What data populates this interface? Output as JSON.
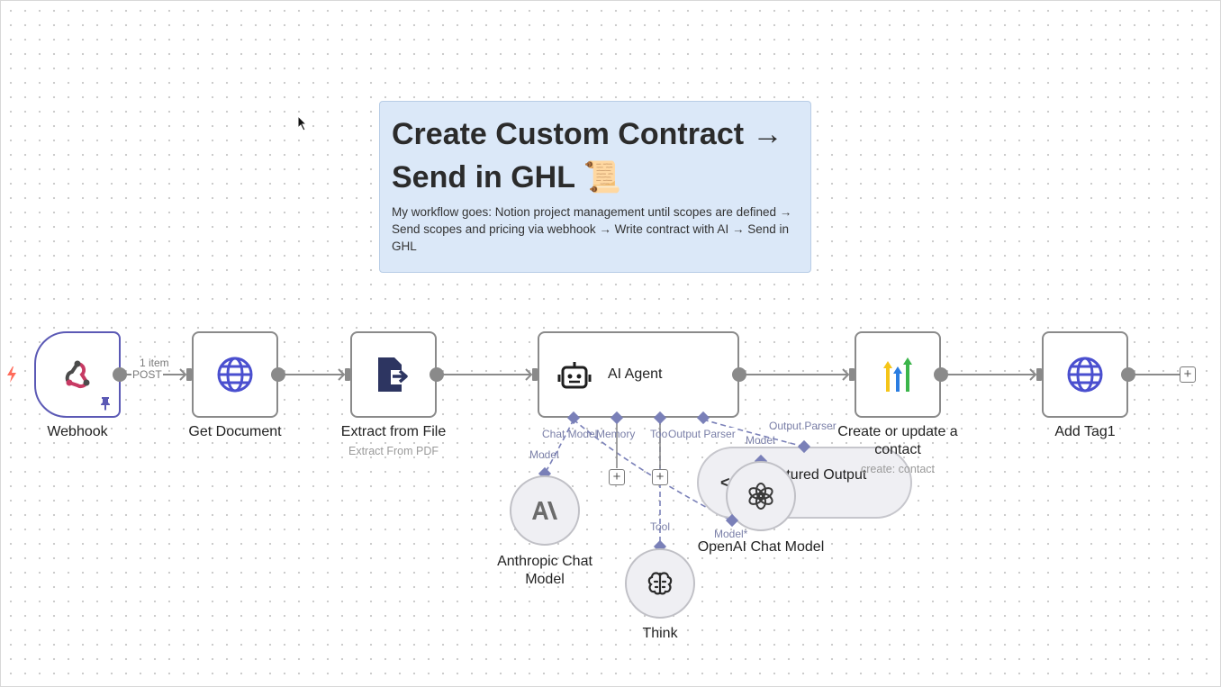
{
  "sticky": {
    "title": "Create Custom Contract → Send in GHL 📜",
    "body": "My workflow goes: Notion project management until scopes are defined → Send scopes and pricing via webhook → Write contract with AI → Send in GHL"
  },
  "nodes": {
    "webhook": {
      "label": "Webhook",
      "icon": "webhook-icon"
    },
    "get_document": {
      "label": "Get Document",
      "icon": "globe-icon"
    },
    "extract_file": {
      "label": "Extract from File",
      "sub": "Extract From PDF",
      "icon": "extract-file-icon"
    },
    "ai_agent": {
      "label": "AI Agent",
      "icon": "robot-icon"
    },
    "ghl_contact": {
      "label": "Create or update a contact",
      "sub": "create: contact",
      "icon": "ghl-logo-icon"
    },
    "add_tag": {
      "label": "Add Tag1",
      "icon": "globe-icon"
    },
    "anthropic": {
      "label": "Anthropic Chat Model",
      "icon": "anthropic-icon"
    },
    "think": {
      "label": "Think",
      "icon": "brain-icon"
    },
    "openai": {
      "label": "OpenAI Chat Model",
      "icon": "openai-icon"
    },
    "structured_parser": {
      "label": "Structured Output Parser",
      "icon": "parser-icon"
    }
  },
  "edges": {
    "webhook_items": "1 item",
    "webhook_method": "POST"
  },
  "agent_inputs": {
    "chat_model": "Chat Model",
    "memory": "Memory",
    "tool": "Tool",
    "output_parser": "Output Parser"
  },
  "sub_inputs": {
    "anthropic_model": "Model",
    "think_tool": "Tool",
    "openai_model": "Model*",
    "parser_output": "Output Parser",
    "parser_model": "Model"
  },
  "colors": {
    "trigger_border": "#5b59b5",
    "sticky_bg": "#dbe8f8",
    "connector": "#8a8a8a",
    "sub_connector": "#7a80b8",
    "globe": "#4a4fcf"
  }
}
